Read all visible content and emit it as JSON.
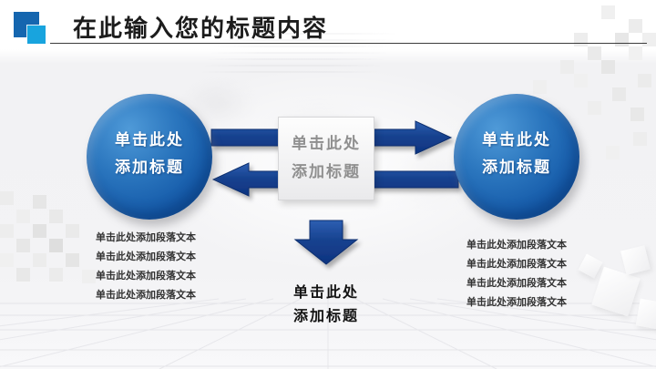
{
  "slide": {
    "title": "在此输入您的标题内容"
  },
  "diagram": {
    "left_circle": {
      "line1": "单击此处",
      "line2": "添加标题"
    },
    "center_box": {
      "line1": "单击此处",
      "line2": "添加标题"
    },
    "right_circle": {
      "line1": "单击此处",
      "line2": "添加标题"
    },
    "bottom_arrow_label": {
      "line1": "单击此处",
      "line2": "添加标题"
    }
  },
  "left_list": {
    "items": [
      "单击此处添加段落文本",
      "单击此处添加段落文本",
      "单击此处添加段落文本",
      "单击此处添加段落文本"
    ]
  },
  "right_list": {
    "items": [
      "单击此处添加段落文本",
      "单击此处添加段落文本",
      "单击此处添加段落文本",
      "单击此处添加段落文本"
    ]
  },
  "icons": {
    "logo": "logo-squares-icon"
  },
  "colors": {
    "logo_big_square": "#1566af",
    "logo_small_square": "#18a4de",
    "circle_blue_light": "#4f9ad8",
    "circle_blue_dark": "#0e4e9b",
    "arrow_navy": "#16418f",
    "title_text": "#1c1c1c",
    "box_text_gray": "#8f8f8f"
  }
}
